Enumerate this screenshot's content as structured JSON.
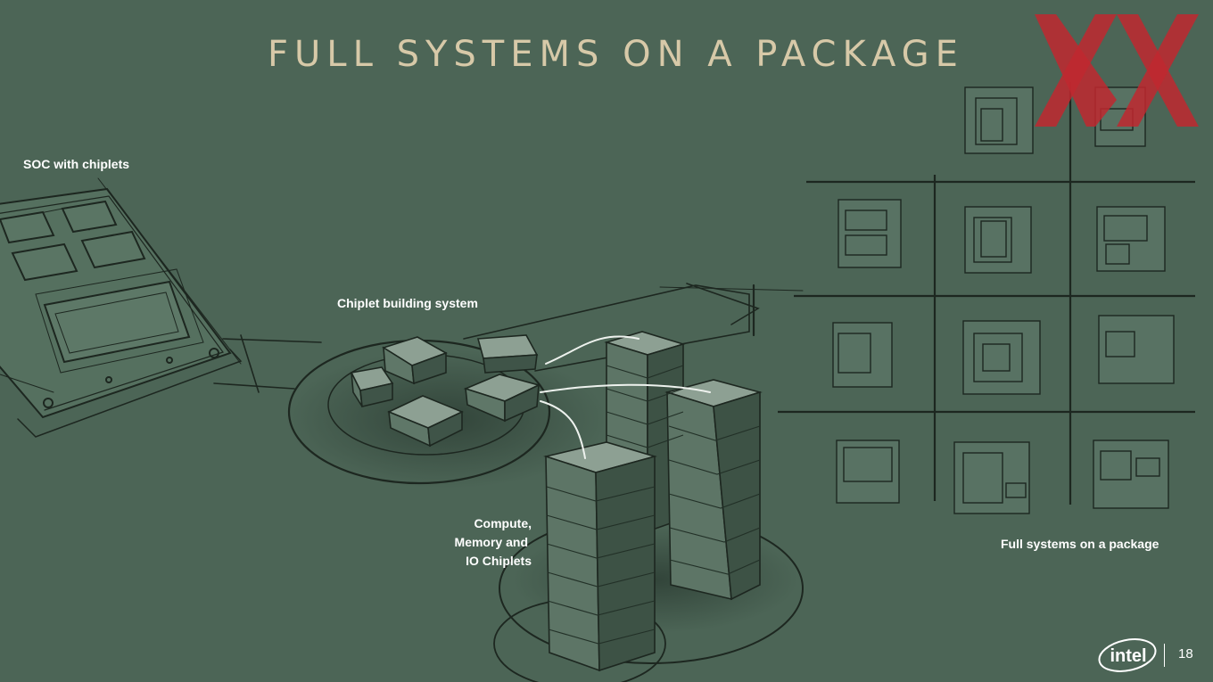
{
  "slide": {
    "background": "#4c6556",
    "title": "FULL SYSTEMS ON A PACKAGE",
    "title_color": "#d7c9a8",
    "page_number": "18"
  },
  "labels": {
    "soc": "SOC with chiplets",
    "chiplet_system": "Chiplet building system",
    "chiplets": [
      "Compute,",
      "Memory and",
      "IO Chiplets"
    ],
    "full_systems": "Full systems on a package"
  },
  "branding": {
    "logo": "intel",
    "watermark_color": "#c0282f"
  }
}
